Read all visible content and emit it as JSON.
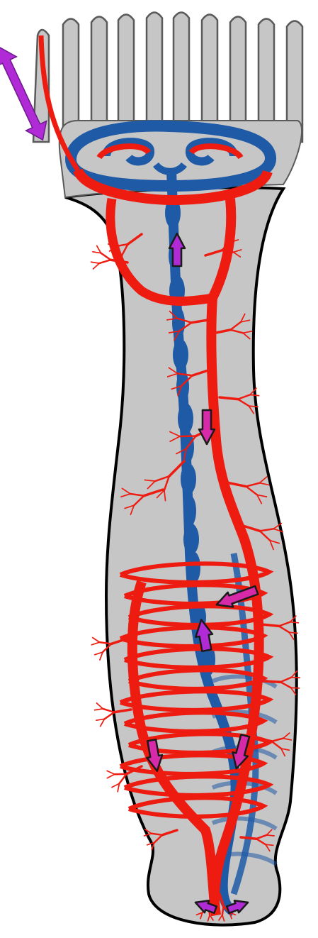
{
  "figure": {
    "subject": "",
    "colors": {
      "background": "#ffffff",
      "body_fill": "#c6c6c6",
      "outline": "#000000",
      "tentacle_outline": "#5a5a5a",
      "arterial_red": "#ee1b10",
      "venous_blue": "#1f5aa6",
      "arrow_fill": "#b02bd6",
      "arrow_fill_alt": "#d62aa8"
    },
    "arrows": [
      {
        "name": "bidirectional-flow-arrow",
        "direction": "up-down"
      },
      {
        "name": "flow-arrow-up-upper",
        "direction": "up"
      },
      {
        "name": "flow-arrow-down-right",
        "direction": "down"
      },
      {
        "name": "flow-arrow-left",
        "direction": "left"
      },
      {
        "name": "flow-arrow-up-lower",
        "direction": "up"
      },
      {
        "name": "flow-arrow-down-left",
        "direction": "down"
      },
      {
        "name": "flow-arrow-down-right-lower",
        "direction": "down"
      },
      {
        "name": "flow-arrow-bottom-split",
        "direction": "outward"
      }
    ]
  }
}
